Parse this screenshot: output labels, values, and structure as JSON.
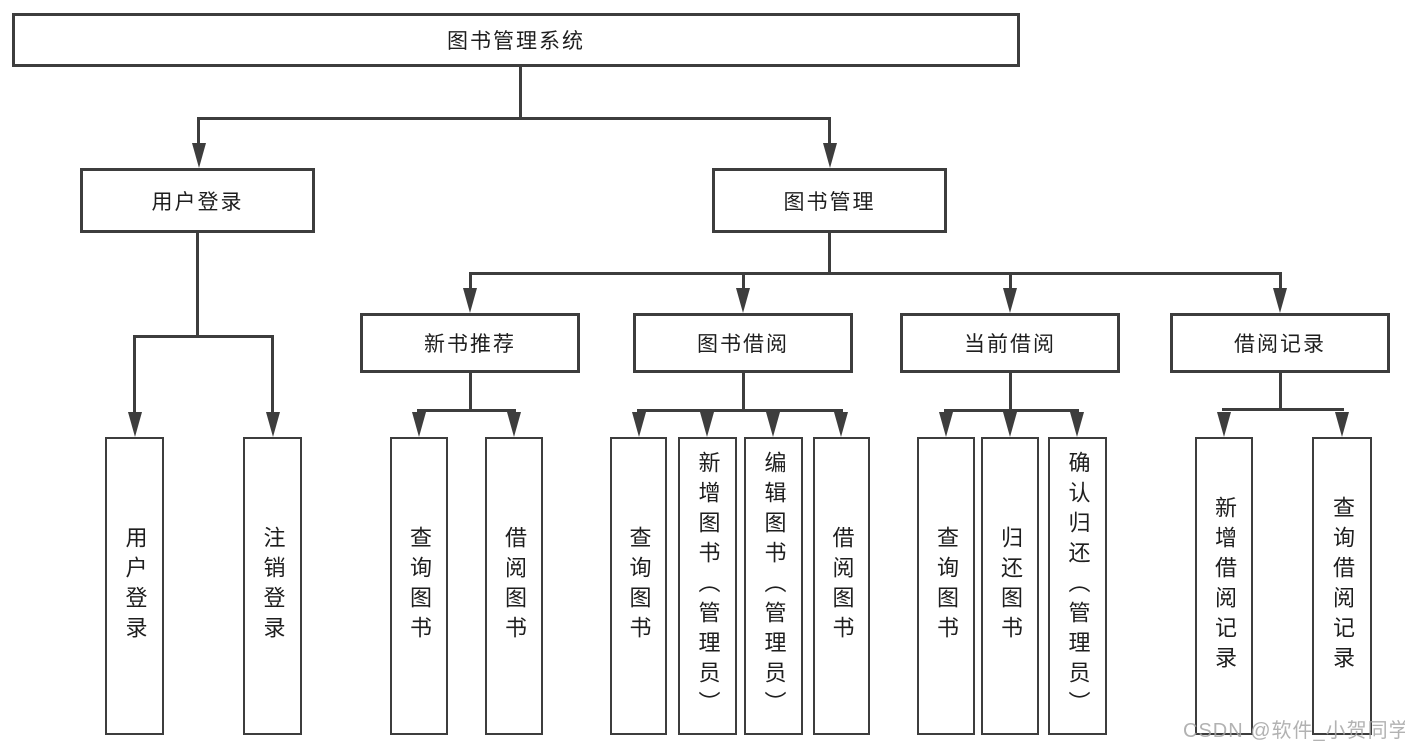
{
  "diagram": {
    "colors": {
      "line": "#3d3d3d",
      "text": "#1e1e1e",
      "background": "#ffffff",
      "watermark": "#a4a4a4"
    },
    "watermark": {
      "text": "CSDN @软件_小贺同学"
    }
  },
  "tree": {
    "root": {
      "label": "图书管理系统"
    },
    "branches": [
      {
        "label": "用户登录",
        "children": [
          {
            "label": "用户登录"
          },
          {
            "label": "注销登录"
          }
        ]
      },
      {
        "label": "图书管理",
        "groups": [
          {
            "label": "新书推荐",
            "children": [
              {
                "label": "查询图书"
              },
              {
                "label": "借阅图书"
              }
            ]
          },
          {
            "label": "图书借阅",
            "children": [
              {
                "label": "查询图书"
              },
              {
                "label": "新增图书（管理员）"
              },
              {
                "label": "编辑图书（管理员）"
              },
              {
                "label": "借阅图书"
              }
            ]
          },
          {
            "label": "当前借阅",
            "children": [
              {
                "label": "查询图书"
              },
              {
                "label": "归还图书"
              },
              {
                "label": "确认归还（管理员）"
              }
            ]
          },
          {
            "label": "借阅记录",
            "children": [
              {
                "label": "新增借阅记录"
              },
              {
                "label": "查询借阅记录"
              }
            ]
          }
        ]
      }
    ]
  }
}
